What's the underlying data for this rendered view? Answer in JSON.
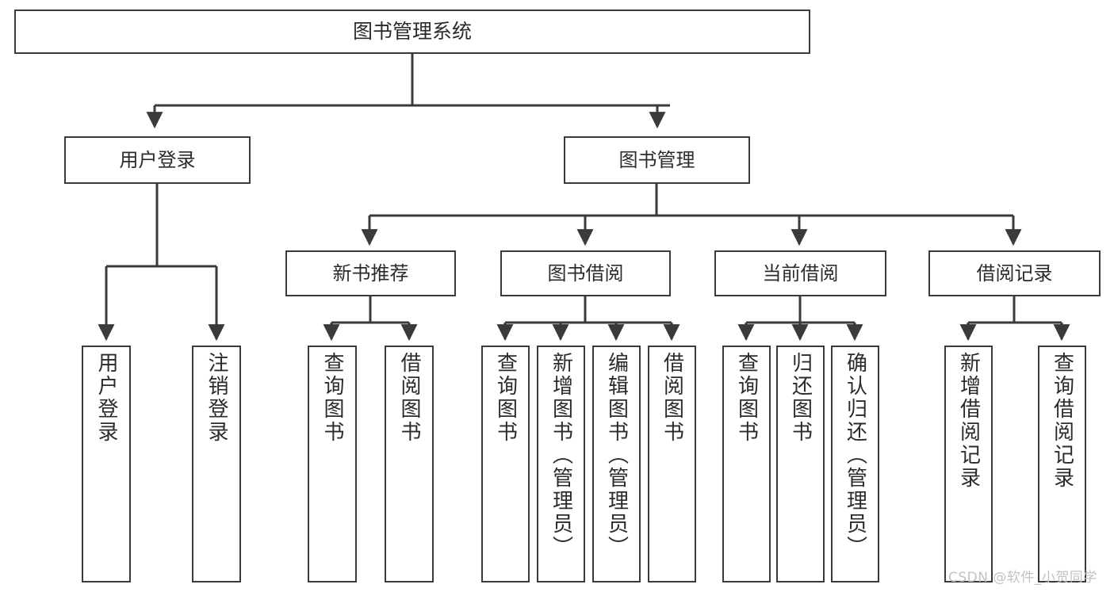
{
  "diagram": {
    "type": "tree-hierarchy-chart",
    "title": "图书管理系统",
    "orientation": "top-down",
    "box_fill": "#ffffff",
    "box_stroke": "#3a3a3a",
    "text_color": "#2b2b2b",
    "watermark": "CSDN @软件_小贺同学"
  },
  "nodes": {
    "root": {
      "label": "图书管理系统",
      "level": 1
    },
    "level2": [
      {
        "id": "user-login",
        "label": "用户登录"
      },
      {
        "id": "book-manage",
        "label": "图书管理"
      }
    ],
    "level3": [
      {
        "id": "new-book-recommend",
        "label": "新书推荐"
      },
      {
        "id": "book-borrow",
        "label": "图书借阅"
      },
      {
        "id": "current-borrow",
        "label": "当前借阅"
      },
      {
        "id": "borrow-record",
        "label": "借阅记录"
      }
    ],
    "leaves": {
      "user-login": [
        {
          "id": "leaf-user-login",
          "label": "用户登录"
        },
        {
          "id": "leaf-logout",
          "label": "注销登录"
        }
      ],
      "new-book-recommend": [
        {
          "id": "leaf-query-book-1",
          "label": "查询图书"
        },
        {
          "id": "leaf-borrow-book-1",
          "label": "借阅图书"
        }
      ],
      "book-borrow": [
        {
          "id": "leaf-query-book-2",
          "label": "查询图书"
        },
        {
          "id": "leaf-add-book",
          "label": "新增图书（管理员）"
        },
        {
          "id": "leaf-edit-book",
          "label": "编辑图书（管理员）"
        },
        {
          "id": "leaf-borrow-book-2",
          "label": "借阅图书"
        }
      ],
      "current-borrow": [
        {
          "id": "leaf-query-book-3",
          "label": "查询图书"
        },
        {
          "id": "leaf-return-book",
          "label": "归还图书"
        },
        {
          "id": "leaf-confirm-return",
          "label": "确认归还（管理员）"
        }
      ],
      "borrow-record": [
        {
          "id": "leaf-add-record",
          "label": "新增借阅记录"
        },
        {
          "id": "leaf-query-record",
          "label": "查询借阅记录"
        }
      ]
    }
  }
}
